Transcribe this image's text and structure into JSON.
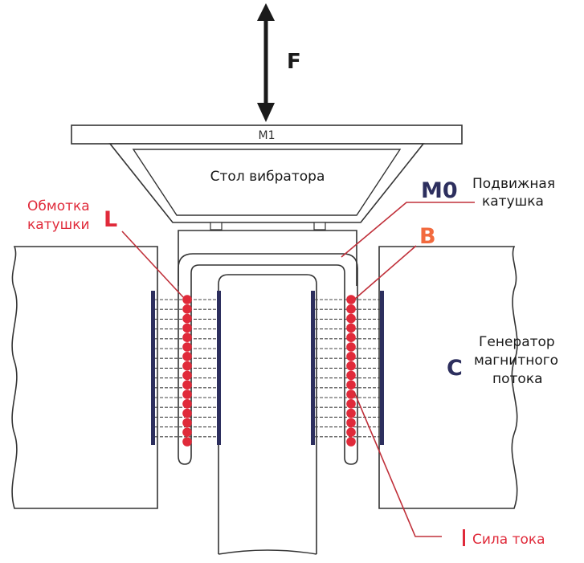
{
  "labels": {
    "force": "F",
    "m1": "M1",
    "table": "Стол вибратора",
    "m0": "M0",
    "moving_coil_line1": "Подвижная",
    "moving_coil_line2": "катушка",
    "winding_line1": "Обмотка",
    "winding_line2": "катушки",
    "l": "L",
    "b": "B",
    "generator_line1": "Генератор",
    "generator_line2": "магнитного",
    "generator_line3": "потока",
    "c": "C",
    "i": "I",
    "current": "Сила тока"
  },
  "colors": {
    "red": "#e02a3a",
    "navy": "#2d2f5e",
    "orange": "#f26a3e",
    "black": "#1a1a1a"
  },
  "icons": {
    "force_arrow": "double-headed-vertical-arrow"
  }
}
